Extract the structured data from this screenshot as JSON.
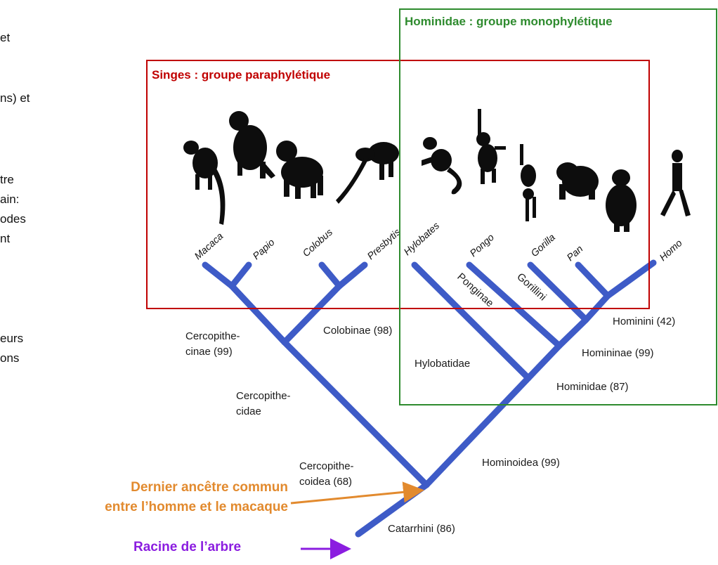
{
  "left_text_fragments": [
    "et",
    "ns) et",
    "tre",
    "ain:",
    "odes",
    "nt",
    "eurs",
    "ons"
  ],
  "boxes": {
    "red_title": "Singes : groupe paraphylétique",
    "green_title": "Hominidae : groupe monophylétique"
  },
  "colors": {
    "tree": "#3e5bc7",
    "red_box": "#c00000",
    "green_box": "#2e8b2e",
    "ancestor": "#e28a2e",
    "root": "#8b1de0"
  },
  "genera": [
    "Macaca",
    "Papio",
    "Colobus",
    "Presbytis",
    "Hylobates",
    "Pongo",
    "Gorilla",
    "Pan",
    "Homo"
  ],
  "clade_labels": {
    "ponginae": "Ponginae",
    "gorillini": "Gorillini",
    "cercopithecinae_1": "Cercopithe-",
    "cercopithecinae_2": "cinae (99)",
    "colobinae": "Colobinae (98)",
    "hylobatidae": "Hylobatidae",
    "hominini": "Hominini (42)",
    "homininae": "Homininae (99)",
    "hominidae": "Hominidae (87)",
    "cercopithecidae_1": "Cercopithe-",
    "cercopithecidae_2": "cidae",
    "cercopithecoidea_1": "Cercopithe-",
    "cercopithecoidea_2": "coidea (68)",
    "hominoidea": "Hominoidea (99)",
    "catarrhini": "Catarrhini (86)"
  },
  "annotations": {
    "ancestor_line1": "Dernier ancêtre commun",
    "ancestor_line2": "entre l’homme et le macaque",
    "root": "Racine de l’arbre"
  }
}
